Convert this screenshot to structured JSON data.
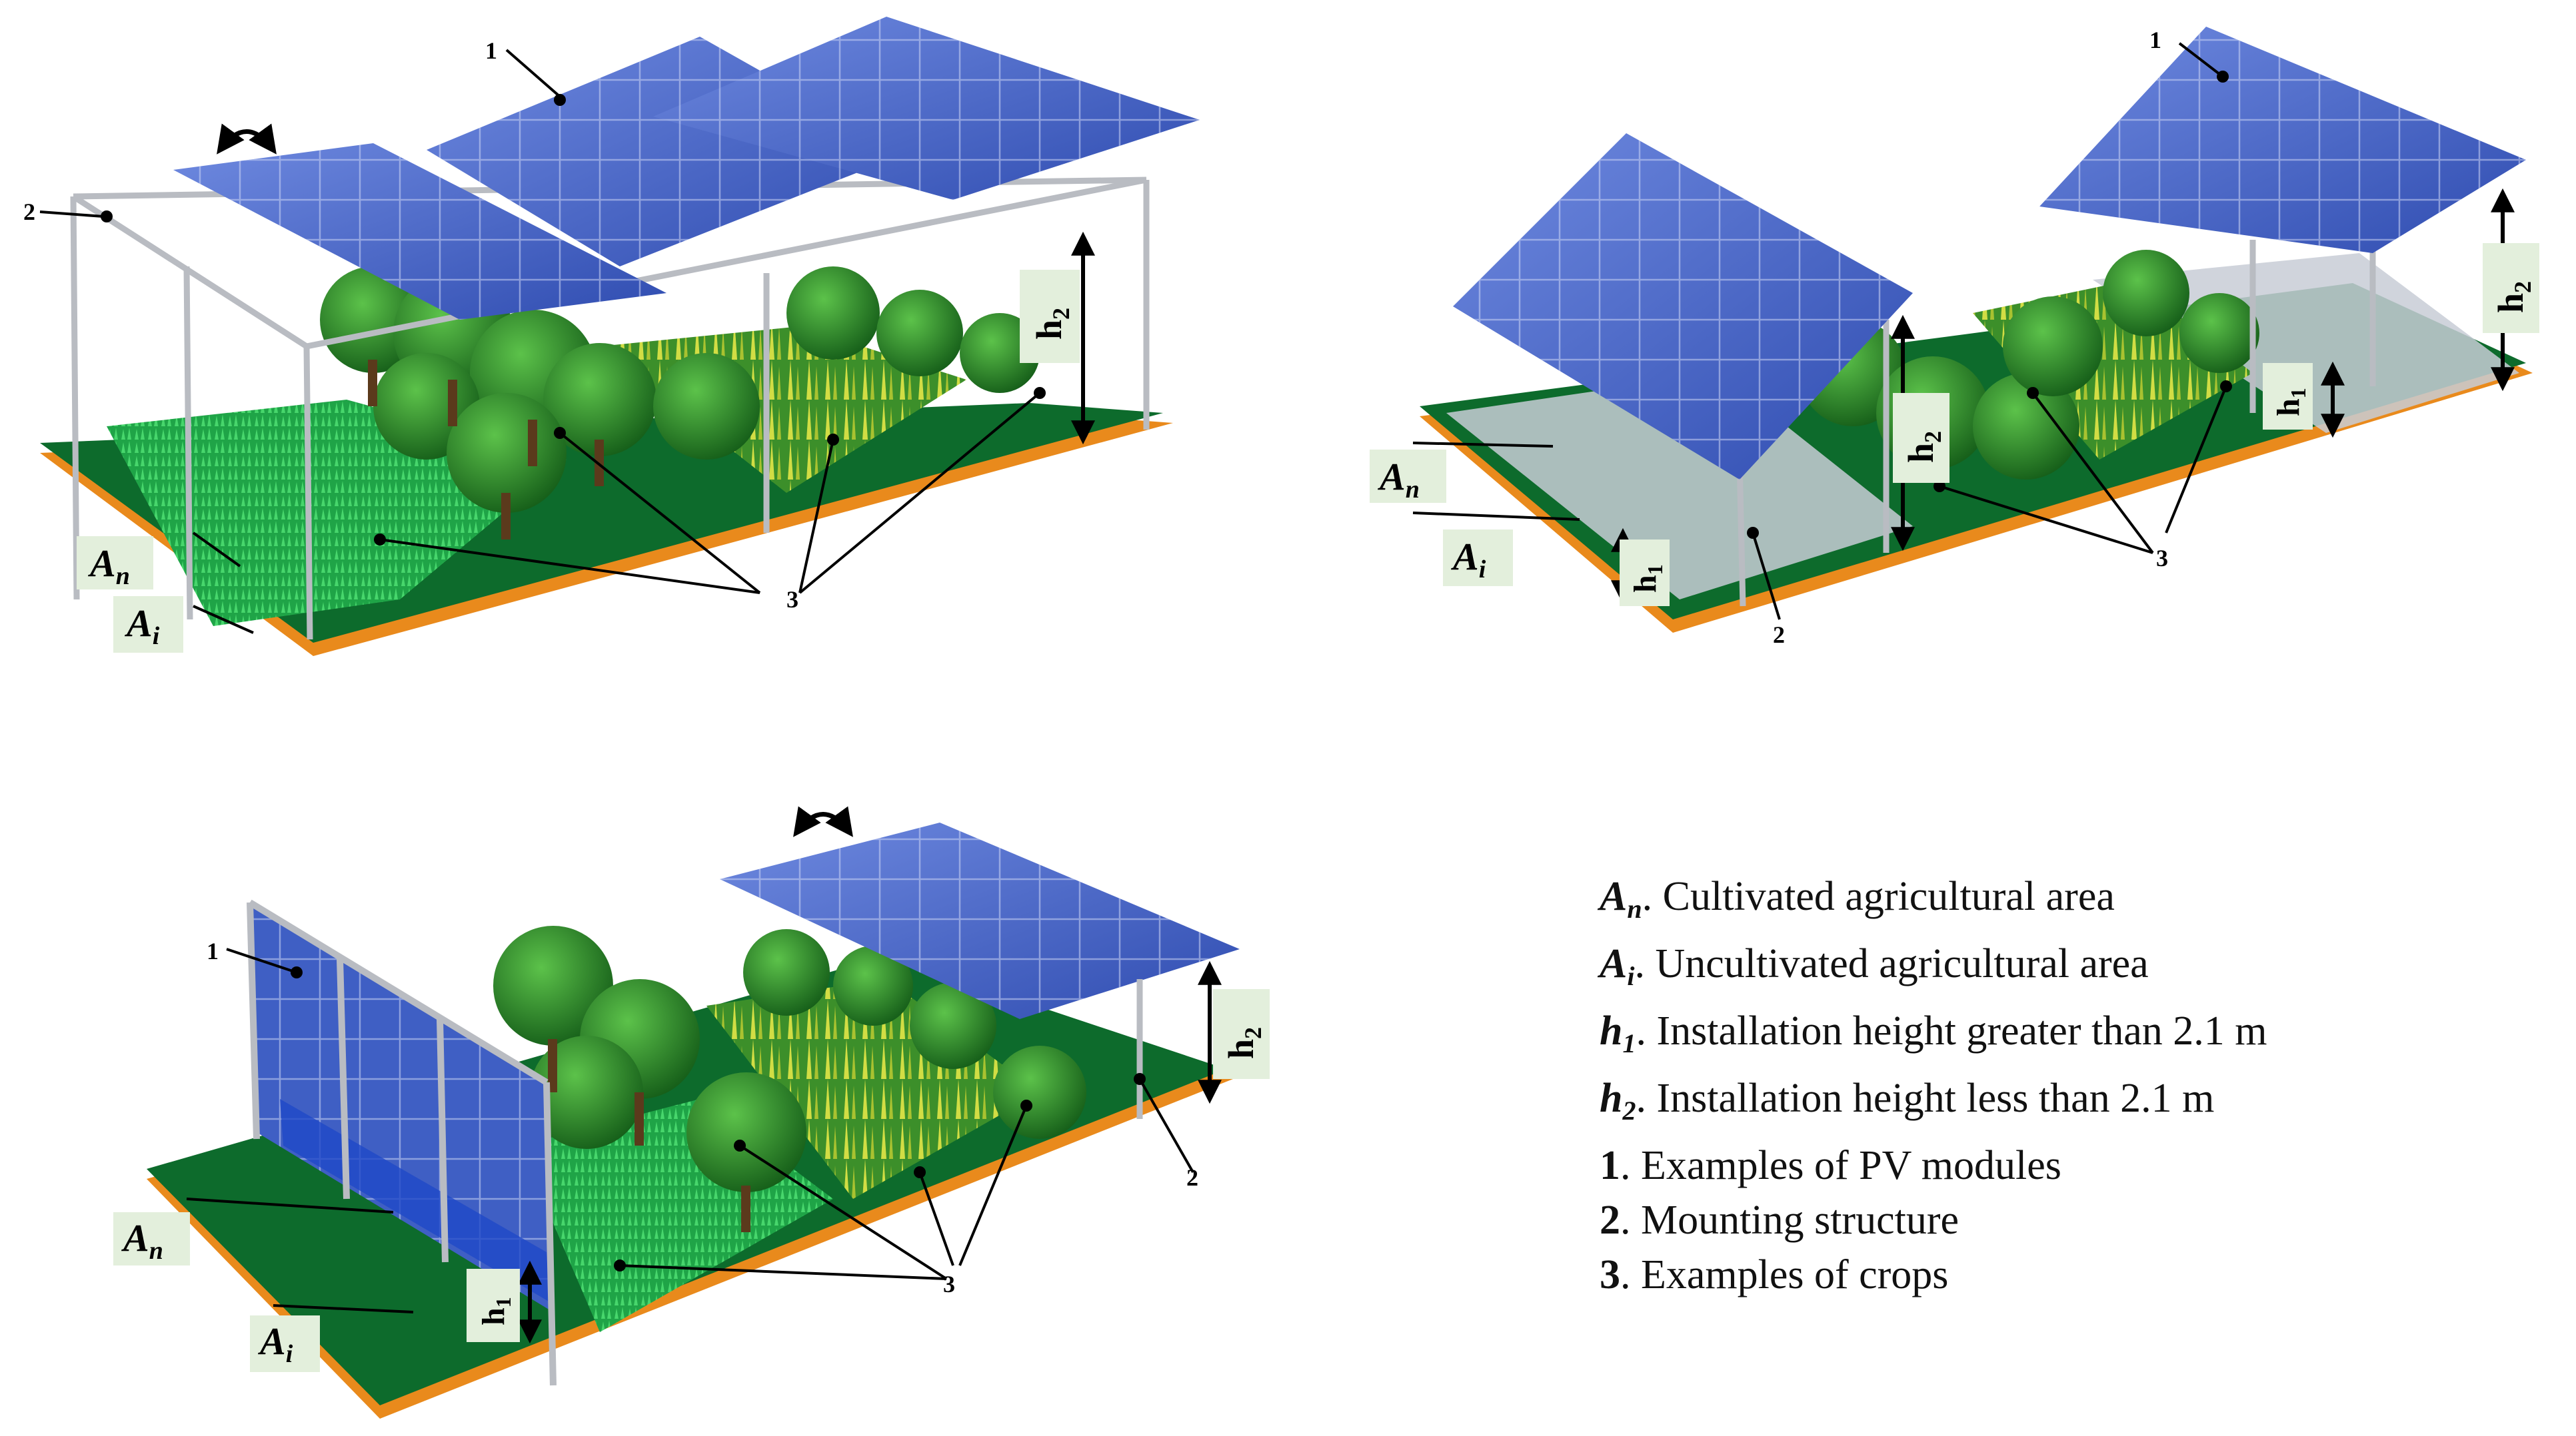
{
  "figure": {
    "callouts": {
      "modules": "1",
      "structure": "2",
      "crops": "3"
    },
    "labels": {
      "a_n_main": "A",
      "a_n_sub": "n",
      "a_i_main": "A",
      "a_i_sub": "i",
      "h_main": "h",
      "h1_sub": "1",
      "h2_sub": "2"
    }
  },
  "legend": {
    "items": [
      {
        "symbol": "A",
        "sub": "n",
        "text": ".  Cultivated agricultural area"
      },
      {
        "symbol": "A",
        "sub": "i",
        "text": ".  Uncultivated agricultural area"
      },
      {
        "symbol": "h",
        "sub": "1",
        "text": ".  Installation height greater than 2.1 m"
      },
      {
        "symbol": "h",
        "sub": "2",
        "text": ".  Installation height less than 2.1 m"
      },
      {
        "symbol": "1",
        "sub": "",
        "text": ". Examples of PV modules"
      },
      {
        "symbol": "2",
        "sub": "",
        "text": ". Mounting structure"
      },
      {
        "symbol": "3",
        "sub": "",
        "text": ". Examples of crops"
      }
    ]
  },
  "colors": {
    "panel": "#3f5fc4",
    "panel_light": "#6f8ae0",
    "panel_grid": "#c9d3f3",
    "ground": "#0d6b2c",
    "ground_edge": "#e98a1c",
    "tree": "#2d8a2a",
    "tree_dark": "#155e1a",
    "crop_yellow": "#c8d43a",
    "grass": "#23b04a",
    "frame": "#b9bcc2",
    "label_bg": "#e3efdc"
  }
}
